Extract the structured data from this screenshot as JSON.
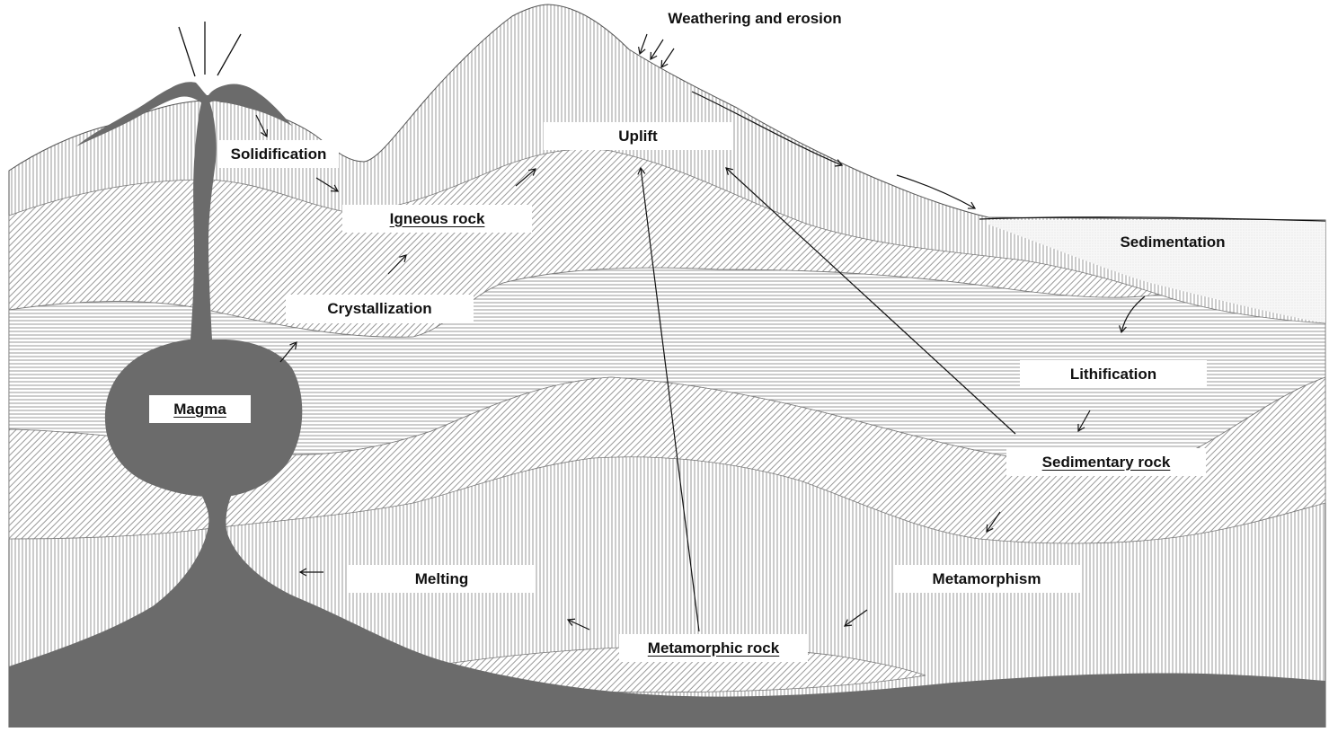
{
  "colors": {
    "magma": "#6b6b6b",
    "pattern_line": "#8e8e8e",
    "arrow": "#111111",
    "label_bg": "#ffffff"
  },
  "labels": {
    "weathering": "Weathering and erosion",
    "uplift": "Uplift",
    "solidification": "Solidification",
    "igneous_rock": "Igneous rock",
    "crystallization": "Crystallization",
    "magma": "Magma",
    "sedimentation": "Sedimentation",
    "lithification": "Lithification",
    "sedimentary_rock": "Sedimentary rock",
    "melting": "Melting",
    "metamorphism": "Metamorphism",
    "metamorphic_rock": "Metamorphic rock"
  }
}
